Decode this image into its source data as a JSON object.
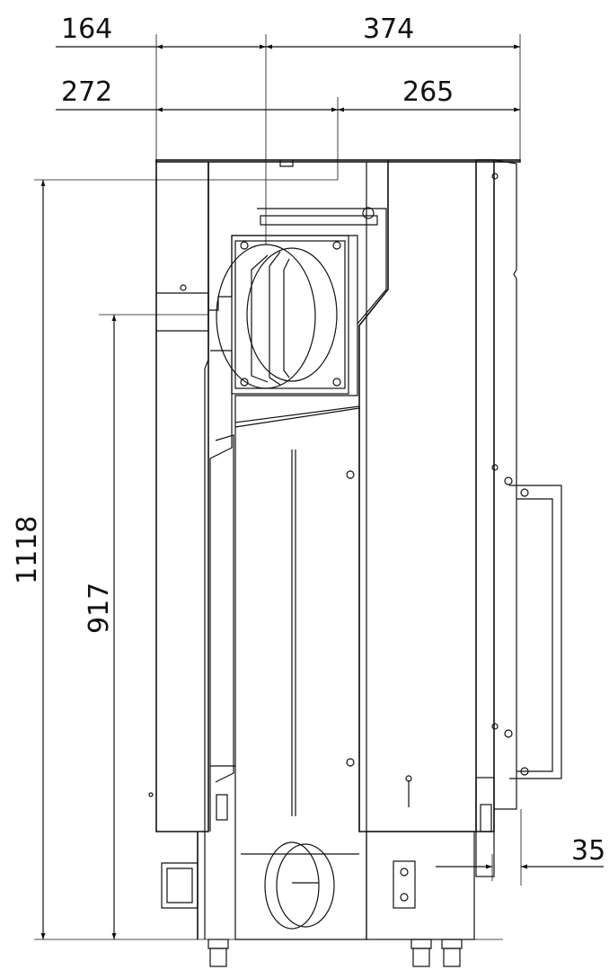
{
  "dimensions": {
    "top_left_width": "164",
    "top_right_width": "374",
    "second_left_width": "272",
    "second_right_width": "265",
    "overall_height": "1118",
    "inner_height": "917",
    "bottom_offset": "35"
  }
}
